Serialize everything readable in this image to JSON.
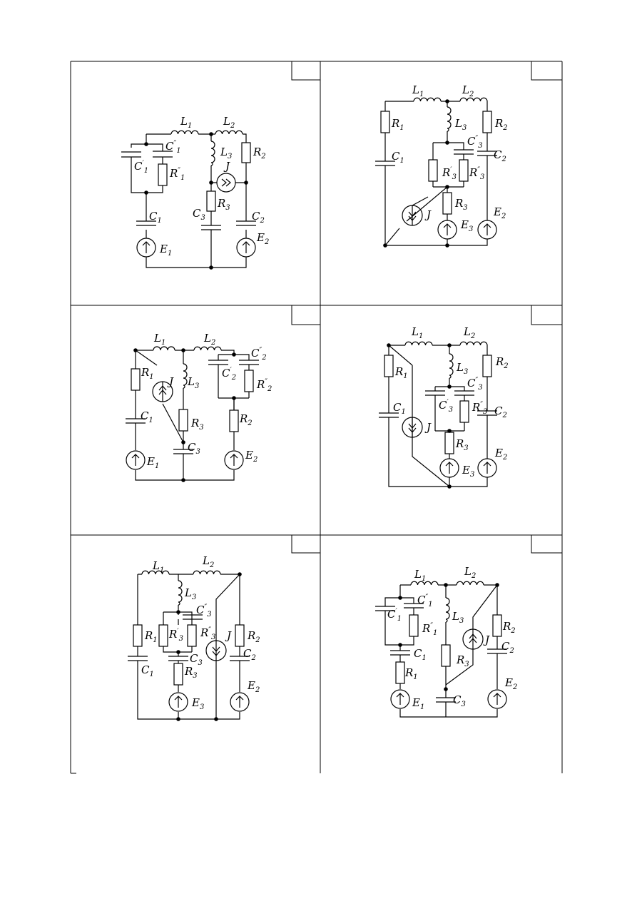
{
  "variants": [
    {
      "name": "variant-1",
      "labels": [
        [
          "L",
          "1",
          ""
        ],
        [
          "L",
          "2",
          ""
        ],
        [
          "C",
          "1",
          "″"
        ],
        [
          "C",
          "1",
          "′"
        ],
        [
          "R",
          "1",
          "″"
        ],
        [
          "L",
          "3",
          ""
        ],
        [
          "J",
          "",
          ""
        ],
        [
          "R",
          "2",
          ""
        ],
        [
          "R",
          "3",
          ""
        ],
        [
          "C",
          "3",
          ""
        ],
        [
          "C",
          "2",
          ""
        ],
        [
          "C",
          "1",
          ""
        ],
        [
          "E",
          "1",
          ""
        ],
        [
          "E",
          "2",
          ""
        ]
      ]
    },
    {
      "name": "variant-2",
      "labels": [
        [
          "L",
          "1",
          ""
        ],
        [
          "L",
          "2",
          ""
        ],
        [
          "R",
          "1",
          ""
        ],
        [
          "L",
          "3",
          ""
        ],
        [
          "R",
          "2",
          ""
        ],
        [
          "C",
          "3",
          "″"
        ],
        [
          "C",
          "1",
          ""
        ],
        [
          "C",
          "2",
          ""
        ],
        [
          "R",
          "3",
          "′"
        ],
        [
          "R",
          "3",
          "″"
        ],
        [
          "J",
          "",
          ""
        ],
        [
          "R",
          "3",
          ""
        ],
        [
          "E",
          "3",
          ""
        ],
        [
          "E",
          "2",
          ""
        ]
      ]
    },
    {
      "name": "variant-3",
      "labels": [
        [
          "L",
          "1",
          ""
        ],
        [
          "L",
          "2",
          ""
        ],
        [
          "C",
          "2",
          "″"
        ],
        [
          "R",
          "1",
          ""
        ],
        [
          "J",
          "",
          ""
        ],
        [
          "L",
          "3",
          ""
        ],
        [
          "C",
          "2",
          "′"
        ],
        [
          "R",
          "2",
          "″"
        ],
        [
          "C",
          "1",
          ""
        ],
        [
          "R",
          "3",
          ""
        ],
        [
          "R",
          "2",
          ""
        ],
        [
          "C",
          "3",
          ""
        ],
        [
          "E",
          "1",
          ""
        ],
        [
          "E",
          "2",
          ""
        ]
      ]
    },
    {
      "name": "variant-4",
      "labels": [
        [
          "L",
          "1",
          ""
        ],
        [
          "L",
          "2",
          ""
        ],
        [
          "R",
          "1",
          ""
        ],
        [
          "L",
          "3",
          ""
        ],
        [
          "R",
          "2",
          ""
        ],
        [
          "C",
          "3",
          "″"
        ],
        [
          "C",
          "3",
          "′"
        ],
        [
          "R",
          "3",
          "″"
        ],
        [
          "C",
          "1",
          ""
        ],
        [
          "J",
          "",
          ""
        ],
        [
          "C",
          "2",
          ""
        ],
        [
          "R",
          "3",
          ""
        ],
        [
          "E",
          "2",
          ""
        ],
        [
          "E",
          "3",
          ""
        ]
      ]
    },
    {
      "name": "variant-5",
      "labels": [
        [
          "L",
          "1",
          ""
        ],
        [
          "L",
          "2",
          ""
        ],
        [
          "L",
          "3",
          ""
        ],
        [
          "C",
          "3",
          "″"
        ],
        [
          "R",
          "1",
          ""
        ],
        [
          "R",
          "3",
          "′"
        ],
        [
          "R",
          "3",
          "″"
        ],
        [
          "J",
          "",
          ""
        ],
        [
          "R",
          "2",
          ""
        ],
        [
          "C",
          "3",
          ""
        ],
        [
          "C",
          "2",
          ""
        ],
        [
          "C",
          "1",
          ""
        ],
        [
          "R",
          "3",
          ""
        ],
        [
          "E",
          "2",
          ""
        ],
        [
          "E",
          "3",
          ""
        ]
      ]
    },
    {
      "name": "variant-6",
      "labels": [
        [
          "L",
          "1",
          ""
        ],
        [
          "L",
          "2",
          ""
        ],
        [
          "C",
          "1",
          "″"
        ],
        [
          "C",
          "1",
          "′"
        ],
        [
          "L",
          "3",
          ""
        ],
        [
          "R",
          "1",
          "″"
        ],
        [
          "J",
          "",
          ""
        ],
        [
          "R",
          "2",
          ""
        ],
        [
          "C",
          "2",
          ""
        ],
        [
          "C",
          "1",
          ""
        ],
        [
          "R",
          "3",
          ""
        ],
        [
          "R",
          "1",
          ""
        ],
        [
          "C",
          "3",
          ""
        ],
        [
          "E",
          "2",
          ""
        ],
        [
          "E",
          "1",
          ""
        ]
      ]
    }
  ]
}
